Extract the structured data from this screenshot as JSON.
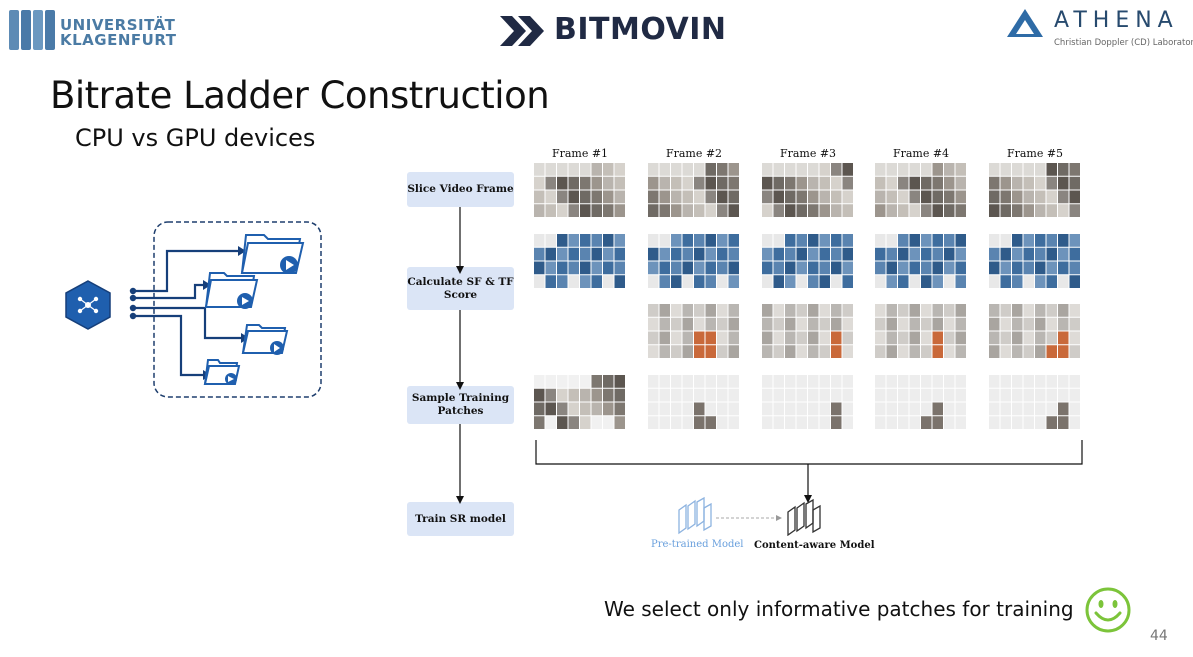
{
  "header": {
    "university": [
      "UNIVERSITÄT",
      "KLAGENFURT"
    ],
    "bitmovin": "BITMOVIN",
    "athena": "ATHENA",
    "athena_sub": "Christian Doppler (CD) Laboratory"
  },
  "slide": {
    "title": "Bitrate Ladder Construction",
    "subtitle": "CPU vs GPU devices",
    "footer": "We select only informative patches for training",
    "page_number": "44"
  },
  "steps": [
    "Slice Video Frame",
    "Calculate SF & TF Score",
    "Sample Training Patches",
    "Train SR model"
  ],
  "frames": [
    "Frame #1",
    "Frame #2",
    "Frame #3",
    "Frame #4",
    "Frame #5"
  ],
  "models": {
    "pretrained": "Pre-trained Model",
    "content_aware": "Content-aware Model"
  },
  "colors": {
    "accent_blue": "#1f5fae",
    "step_bg": "#dbe5f6",
    "orange_patch": "#c9693a",
    "blue_patch": "#3e6d9e",
    "smiley": "#7cc43a"
  },
  "icons": [
    "network-hub-icon",
    "video-folder-icon",
    "play-icon",
    "smiley-icon",
    "down-arrow-icon"
  ]
}
